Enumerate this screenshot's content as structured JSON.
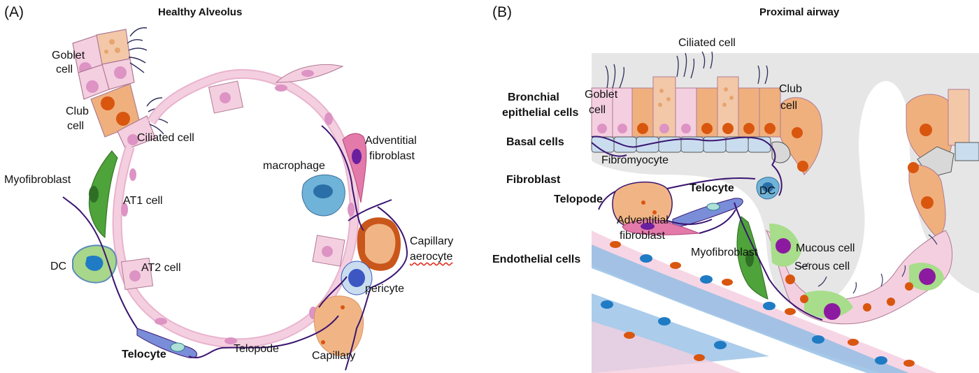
{
  "panel_a": {
    "letter": "(A)",
    "title": "Healthy Alveolus",
    "labels": {
      "goblet": "Goblet",
      "goblet2": "cell",
      "club": "Club",
      "club2": "cell",
      "ciliated": "Ciliated cell",
      "myofibroblast": "Myofibroblast",
      "at1": "AT1 cell",
      "dc": "DC",
      "at2": "AT2 cell",
      "telocyte": "Telocyte",
      "telopode": "Telopode",
      "macrophage": "macrophage",
      "adventitial": "Adventitial",
      "adventitial2": "fibroblast",
      "capillary_aerocyte": "Capillary",
      "capillary_aerocyte2": "aerocyte",
      "pericyte": "pericyte",
      "capillary": "Capillary"
    }
  },
  "panel_b": {
    "letter": "(B)",
    "title": "Proximal airway",
    "labels": {
      "ciliated": "Ciliated cell",
      "bronchial": "Bronchial",
      "bronchial2": "epithelial cells",
      "goblet": "Goblet",
      "goblet2": "cell",
      "club": "Club",
      "club2": "cell",
      "basal": "Basal cells",
      "fibromyocyte": "Fibromyocyte",
      "fibroblast": "Fibroblast",
      "telocyte": "Telocyte",
      "dc": "DC",
      "telopode": "Telopode",
      "adventitial": "Adventitial",
      "adventitial2": "fibroblast",
      "myofibroblast": "Myofibroblast",
      "mucous": "Mucous cell",
      "serous": "Serous cell",
      "endothelial": "Endothelial cells"
    }
  },
  "colors": {
    "epithelium_pink": "#f4cfe0",
    "nucleus_pink": "#dd93c4",
    "club_orange": "#efb07e",
    "nucleus_orange": "#d9560f",
    "goblet_mucus": "#f3c8a8",
    "telocyte_blue": "#7a8dd8",
    "telopode_line": "#3b1670",
    "myofibroblast_green": "#4ea33a",
    "macrophage_blue": "#6fb3d8",
    "dc_green": "#a8d68a",
    "adventitial_pink": "#e37aaa",
    "aerocyte_orange": "#e3862e",
    "capillary_orange": "#f1b585",
    "pericyte_blue": "#3c57c2",
    "basal_blue": "#c9ddef",
    "lumen_grey": "#e6e6e6",
    "endothelial_blue": "#8fbbe4",
    "mucous_purple": "#8c1aa0",
    "serous_green": "#a7dd8b",
    "underline_red": "#e0301e"
  },
  "icons": [
    "cilia-icon",
    "nucleus-icon"
  ]
}
